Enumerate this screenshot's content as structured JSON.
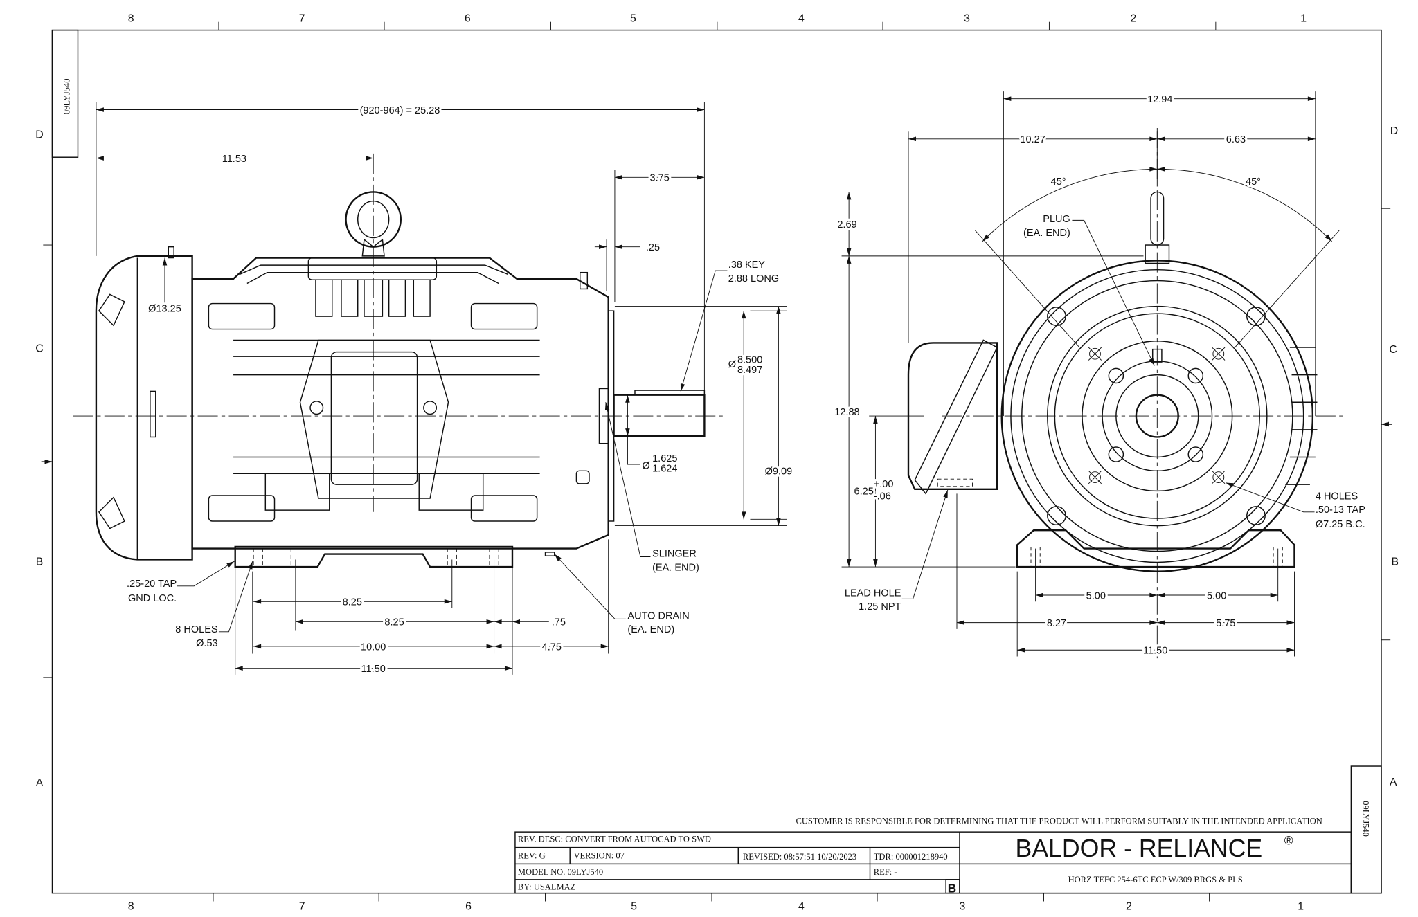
{
  "sheet": {
    "drawing_id_top": "09LYJ540",
    "drawing_id_side": "09LYJ540",
    "columns_top": [
      "8",
      "7",
      "6",
      "5",
      "4",
      "3",
      "2",
      "1"
    ],
    "columns_bottom": [
      "8",
      "7",
      "6",
      "5",
      "4",
      "3",
      "2",
      "1"
    ],
    "rows_left": [
      "D",
      "C",
      "B",
      "A"
    ],
    "rows_right": [
      "D",
      "C",
      "B",
      "A"
    ]
  },
  "side_view": {
    "overall_length": "(920-964) = 25.28",
    "eyebolt_position": "11.53",
    "shaft_extension": "3.75",
    "face_offset": ".25",
    "key_line1": ".38 KEY",
    "key_line2": "2.88 LONG",
    "fan_cover_dia": "Ø13.25",
    "pilot_dia_symbol": "Ø",
    "pilot_dia_max": "8.500",
    "pilot_dia_min": "8.497",
    "face_dia": "Ø9.09",
    "shaft_dia_symbol": "Ø",
    "shaft_dia_max": "1.625",
    "shaft_dia_min": "1.624",
    "slinger_line1": "SLINGER",
    "slinger_line2": "(EA. END)",
    "drain_line1": "AUTO DRAIN",
    "drain_line2": "(EA. END)",
    "tap_line1": ".25-20 TAP",
    "tap_line2": "GND LOC.",
    "holes_line1": "8 HOLES",
    "holes_line2": "Ø.53",
    "foot_holes_a": "8.25",
    "foot_holes_b": "8.25",
    "foot_edge": ".75",
    "foot_holes_span": "10.00",
    "foot_to_face": "4.75",
    "foot_length": "11.50"
  },
  "end_view": {
    "overall_width": "12.94",
    "left_to_center": "10.27",
    "right_to_center": "6.63",
    "angle_left": "45°",
    "angle_right": "45°",
    "plug_line1": "PLUG",
    "plug_line2": "(EA. END)",
    "eyebolt_height": "2.69",
    "overall_height": "12.88",
    "shaft_height": "6.25",
    "shaft_height_tol_plus": "+.00",
    "shaft_height_tol_minus": "-.06",
    "lead_line1": "LEAD HOLE",
    "lead_line2": "1.25 NPT",
    "holes_line1": "4 HOLES",
    "holes_line2": ".50-13 TAP",
    "holes_line3": "Ø7.25 B.C.",
    "foot_left": "5.00",
    "foot_right": "5.00",
    "box_to_center": "8.27",
    "center_to_right": "5.75",
    "foot_width": "11.50"
  },
  "title_block": {
    "disclaimer": "CUSTOMER IS RESPONSIBLE FOR DETERMINING THAT THE PRODUCT WILL PERFORM SUITABLY IN THE INTENDED APPLICATION",
    "rev_desc": "REV. DESC: CONVERT FROM AUTOCAD TO SWD",
    "rev": "REV:  G",
    "version": "VERSION:  07",
    "revised": "REVISED:  08:57:51 10/20/2023",
    "tdr": "TDR:  000001218940",
    "model_no": "MODEL NO.  09LYJ540",
    "ref": "REF:  -",
    "by": "BY: USALMAZ",
    "size": "B",
    "company": "BALDOR - RELIANCE",
    "registered": "®",
    "description": "HORZ TEFC 254-6TC ECP W/309 BRGS & PLS"
  }
}
